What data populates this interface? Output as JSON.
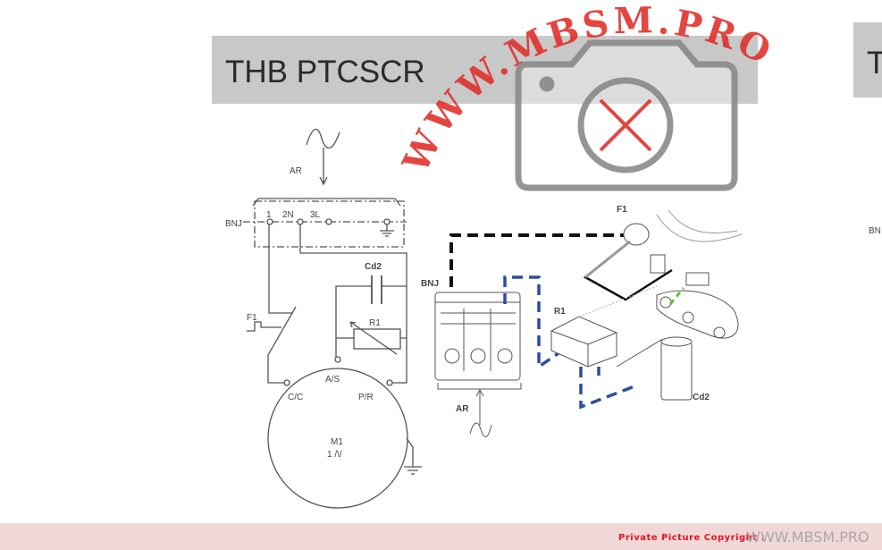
{
  "title": "THB  PTCSCR",
  "next_panel": {
    "title_partial": "T",
    "label_partial": "BN"
  },
  "schematic": {
    "supply": "AR",
    "connector": "BNJ",
    "terminals": [
      "1",
      "2N",
      "3L"
    ],
    "capacitor": "Cd2",
    "protector": "F1",
    "ptc": "R1",
    "motor_terminals": {
      "common": "C/C",
      "start": "A/S",
      "run": "P/R"
    },
    "motor": "M1",
    "motor_type": "1 /\\/"
  },
  "illustration": {
    "protector": "F1",
    "connector": "BNJ",
    "ptc": "R1",
    "capacitor": "Cd2",
    "supply": "AR"
  },
  "watermark": {
    "text": "WWW.MBSM.PRO",
    "color": "#e0322c"
  },
  "footer": {
    "copyright": "Private Picture Copyright :",
    "site": "WWW.MBSM.PRO"
  },
  "colors": {
    "title_bg": "#c8c8c8",
    "blue_wire": "#2a4fa0",
    "green_wire": "#5cc23a"
  }
}
